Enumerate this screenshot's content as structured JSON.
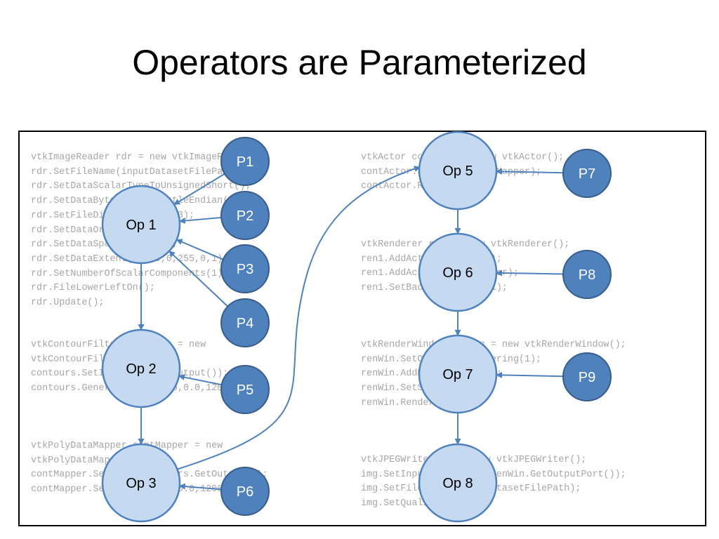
{
  "title": "Operators are Parameterized",
  "code_blocks": [
    {
      "id": "reader",
      "lines": [
        "vtkImageReader rdr = new vtkImageReader();",
        "rdr.SetFileName(inputDatasetFilePath);",
        "rdr.SetDataScalarTypeToUnsignedShort();",
        "rdr.SetDataByteOrderToLittleEndian();",
        "rdr.SetFileDimensionality(3);",
        "rdr.SetDataOrigin(0,0,0);",
        "rdr.SetDataSpacing(1,1,1);",
        "rdr.SetDataExtent(0,230,0,255,0,1);",
        "rdr.SetNumberOfScalarComponents(1);",
        "rdr.FileLowerLeftOn();",
        "rdr.Update();"
      ]
    },
    {
      "id": "contour",
      "lines": [
        "vtkContourFilter contours = new",
        "vtkContourFilter();",
        "contours.SetInput(rdr.GetOutput());",
        "contours.GenerateValues(35,0.0,1200.0);"
      ]
    },
    {
      "id": "mapper",
      "lines": [
        "vtkPolyDataMapper contMapper = new",
        "vtkPolyDataMapper();",
        "contMapper.SetInput(contours.GetOutput());",
        "contMapper.SetScalarRange(0.0,1200.0);"
      ]
    },
    {
      "id": "actor",
      "lines": [
        "vtkActor contActor = new vtkActor();",
        "contActor.SetMapper(contMapper);",
        "contActor.RotateX(105);"
      ]
    },
    {
      "id": "renderer",
      "lines": [
        "vtkRenderer ren1 = new vtkRenderer();",
        "ren1.AddActor(contActor);",
        "ren1.AddActor(outlineActor);",
        "ren1.SetBackground(1,1,1);"
      ]
    },
    {
      "id": "renwin",
      "lines": [
        "vtkRenderWindow renWin = new vtkRenderWindow();",
        "renWin.SetOffScreenRendering(1);",
        "renWin.AddRenderer(ren1);",
        "renWin.SetSize(300,300);",
        "renWin.Render();"
      ]
    },
    {
      "id": "writer",
      "lines": [
        "vtkJPEGWriter img = new vtkJPEGWriter();",
        "img.SetInputConnection(renWin.GetOutputPort());",
        "img.SetFileName(outputDatasetFilePath);",
        "img.SetQuality(95);"
      ]
    }
  ],
  "operators": [
    {
      "id": "op1",
      "label": "Op 1"
    },
    {
      "id": "op2",
      "label": "Op 2"
    },
    {
      "id": "op3",
      "label": "Op 3"
    },
    {
      "id": "op5",
      "label": "Op 5"
    },
    {
      "id": "op6",
      "label": "Op 6"
    },
    {
      "id": "op7",
      "label": "Op 7"
    },
    {
      "id": "op8",
      "label": "Op 8"
    }
  ],
  "parameters": [
    {
      "id": "p1",
      "label": "P1",
      "target": "op1"
    },
    {
      "id": "p2",
      "label": "P2",
      "target": "op1"
    },
    {
      "id": "p3",
      "label": "P3",
      "target": "op1"
    },
    {
      "id": "p4",
      "label": "P4",
      "target": "op1"
    },
    {
      "id": "p5",
      "label": "P5",
      "target": "op2"
    },
    {
      "id": "p6",
      "label": "P6",
      "target": "op3"
    },
    {
      "id": "p7",
      "label": "P7",
      "target": "op5"
    },
    {
      "id": "p8",
      "label": "P8",
      "target": "op6"
    },
    {
      "id": "p9",
      "label": "P9",
      "target": "op7"
    }
  ],
  "flow_edges": [
    {
      "from": "op1",
      "to": "op2"
    },
    {
      "from": "op2",
      "to": "op3"
    },
    {
      "from": "op3",
      "to": "op5"
    },
    {
      "from": "op5",
      "to": "op6"
    },
    {
      "from": "op6",
      "to": "op7"
    },
    {
      "from": "op7",
      "to": "op8"
    }
  ],
  "colors": {
    "operator_fill": "#c5d9f1",
    "operator_stroke": "#4f81bd",
    "parameter_fill": "#4f81bd",
    "parameter_stroke": "#385d8a",
    "edge": "#4f81bd",
    "code_text": "#a6a6a6",
    "frame_border": "#000000"
  }
}
